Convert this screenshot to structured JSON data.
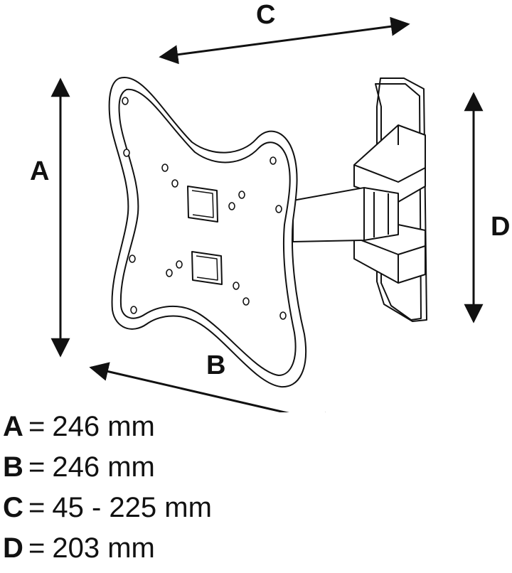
{
  "diagram": {
    "labels": {
      "a": "A",
      "b": "B",
      "c": "C",
      "d": "D"
    },
    "line_color": "#111111"
  },
  "specs": [
    {
      "letter": "A",
      "equals": "=",
      "value": "246 mm"
    },
    {
      "letter": "B",
      "equals": "=",
      "value": "246 mm"
    },
    {
      "letter": "C",
      "equals": "=",
      "value": "45 - 225 mm"
    },
    {
      "letter": "D",
      "equals": "=",
      "value": "203 mm"
    }
  ]
}
